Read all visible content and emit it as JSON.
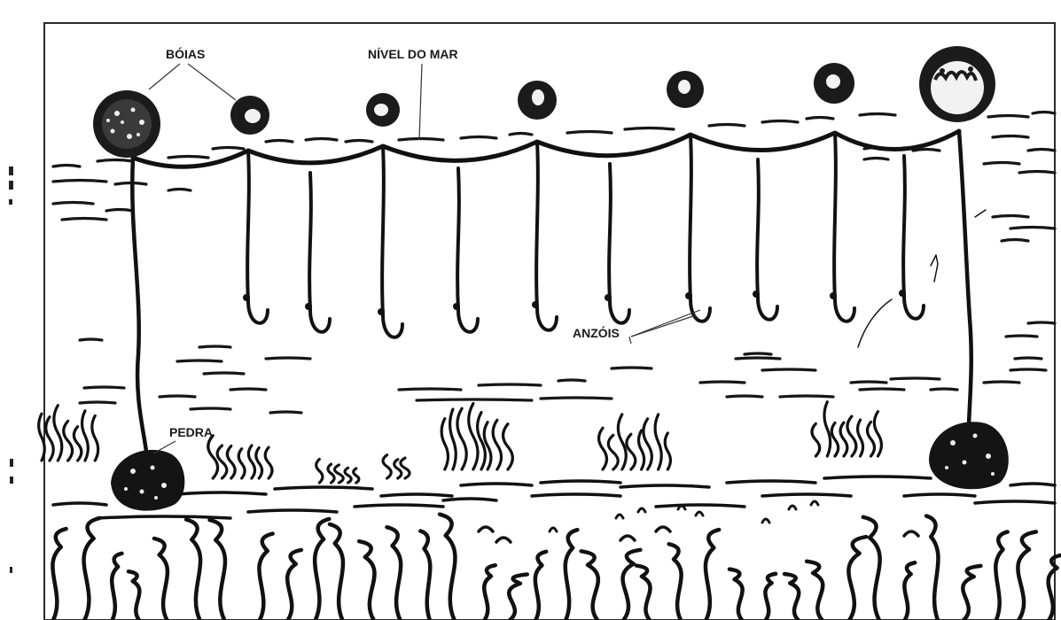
{
  "labels": {
    "boias": "BÓIAS",
    "nivel": "NÍVEL DO MAR",
    "anzois": "ANZÓIS",
    "pedra": "PEDRA"
  },
  "colors": {
    "ink": "#111111",
    "paper": "#ffffff",
    "frame": "#2a2a2a"
  }
}
